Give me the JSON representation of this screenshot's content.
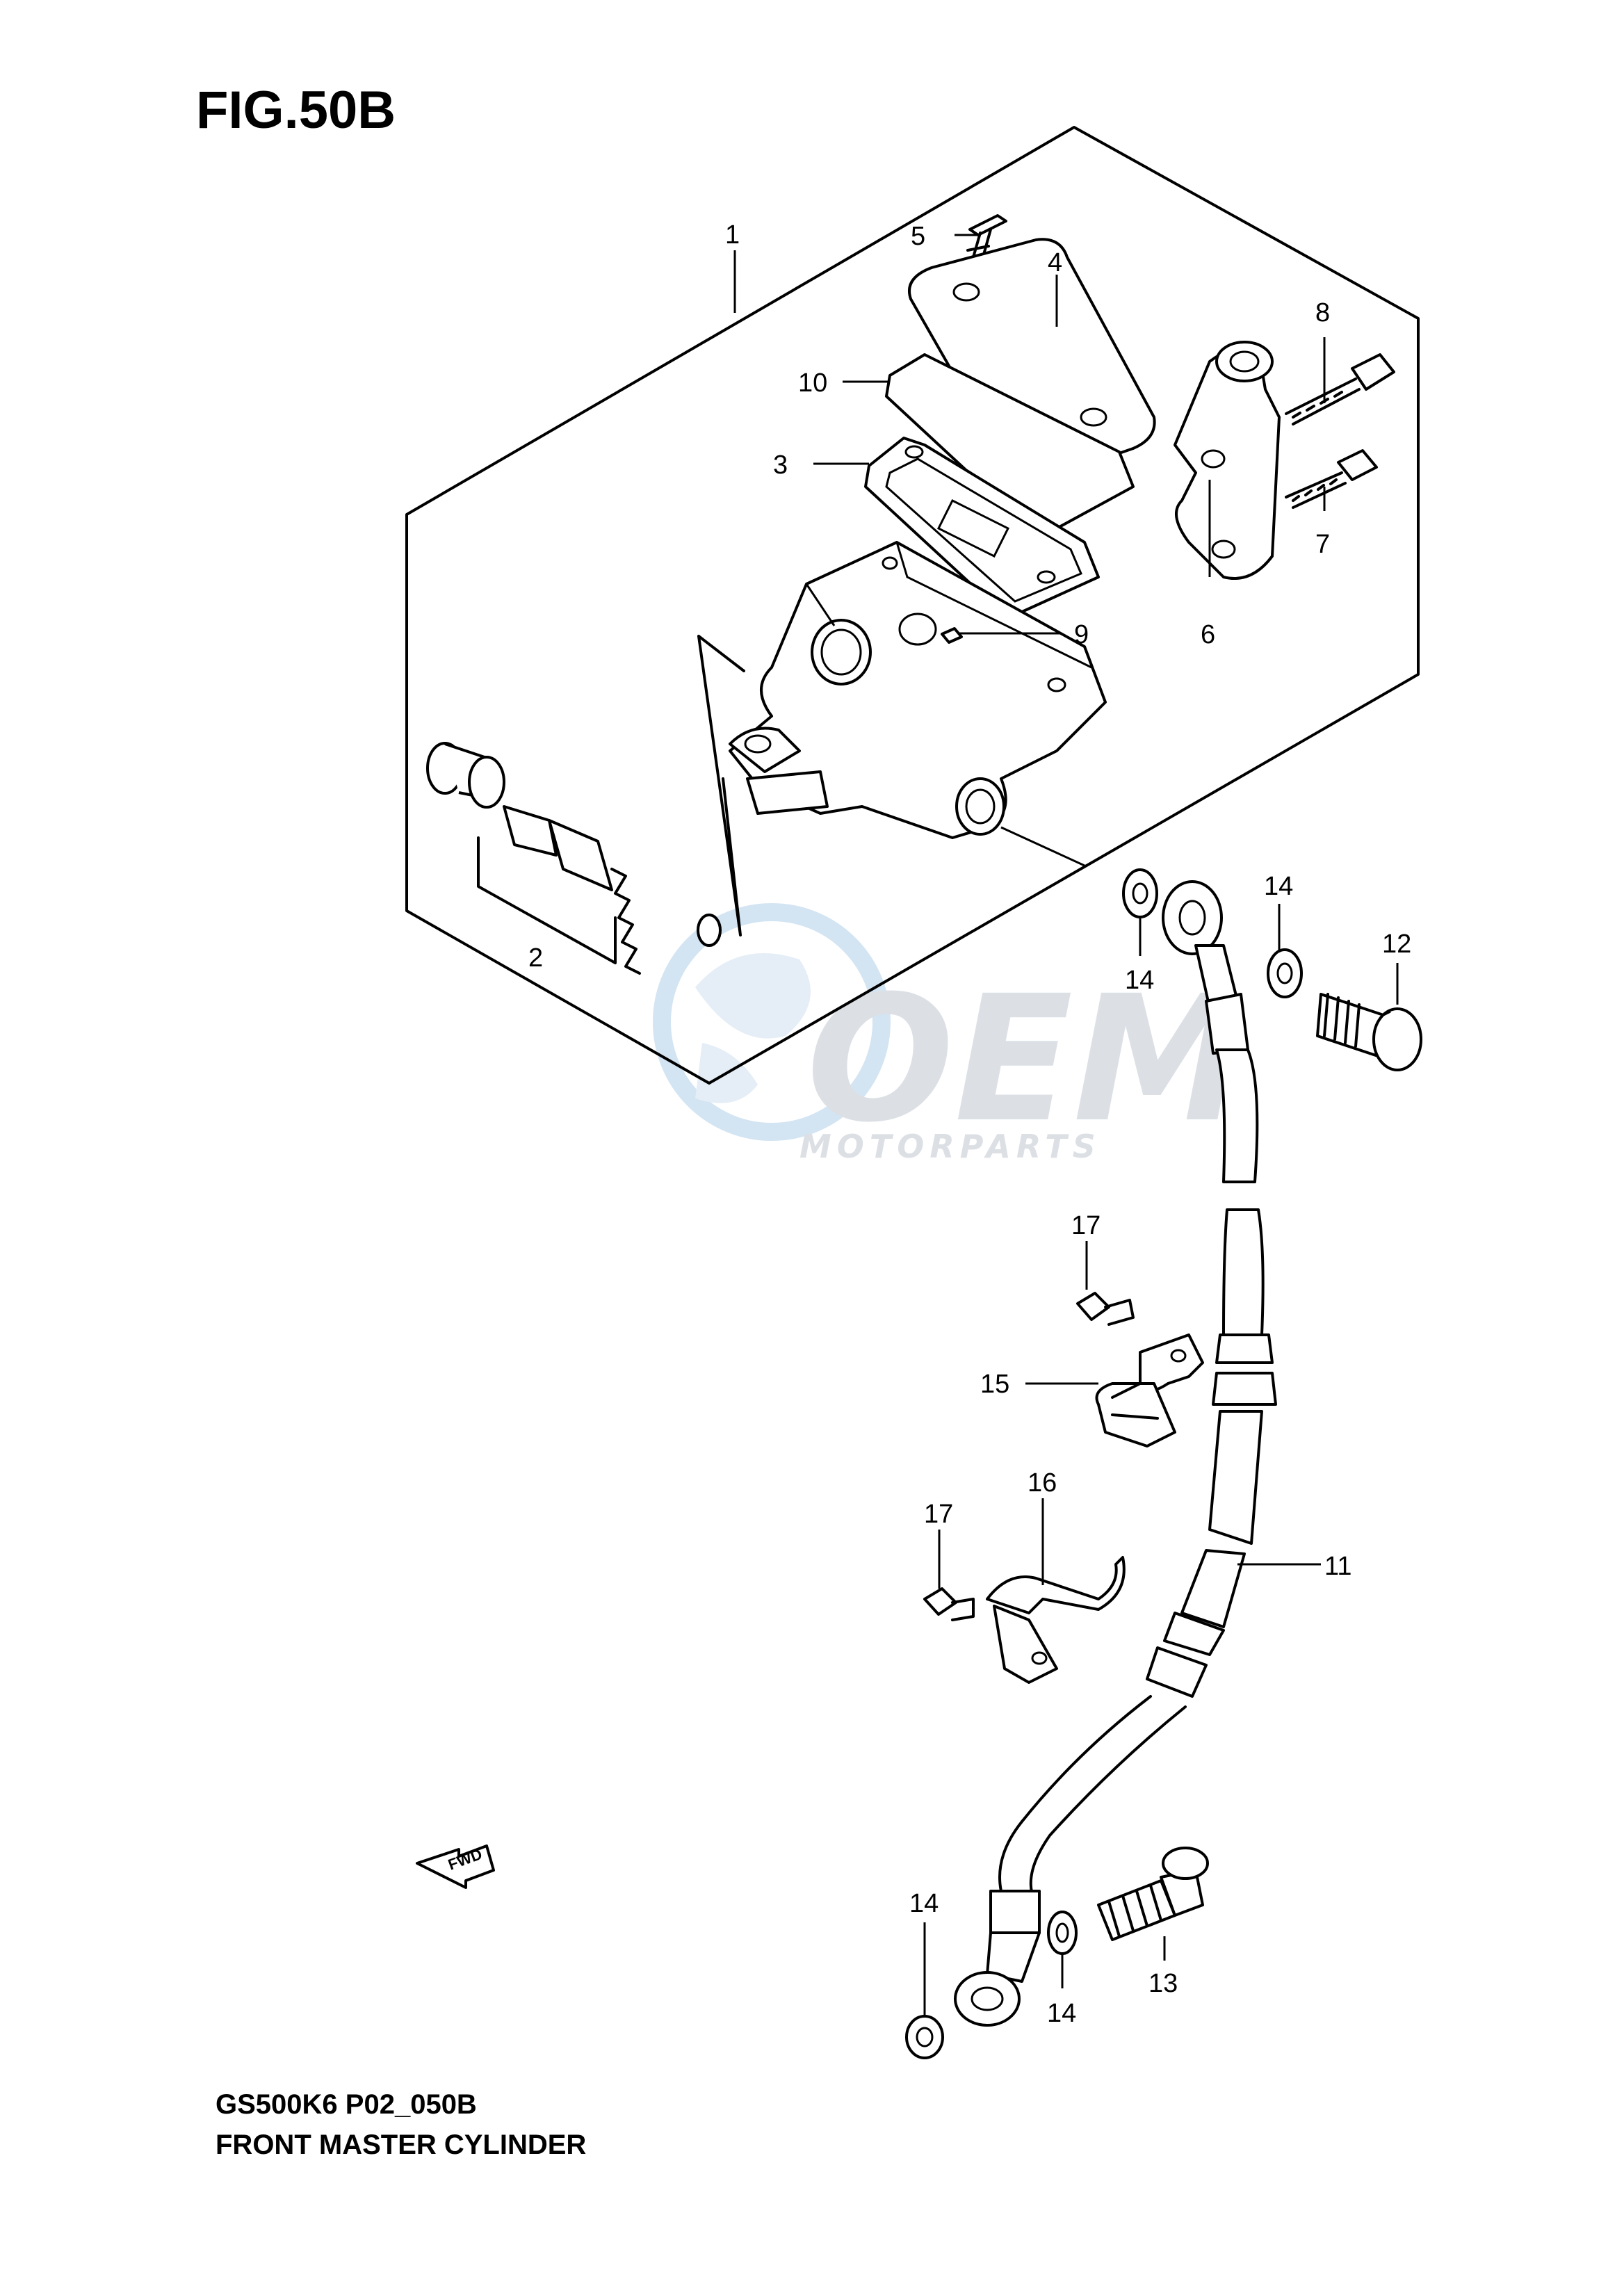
{
  "header": {
    "figure_title": "FIG.50B"
  },
  "footer": {
    "model_code": "GS500K6 P02_050B",
    "section_title": "FRONT MASTER CYLINDER"
  },
  "watermark": {
    "brand": "OEM",
    "sub": "MOTORPARTS",
    "color": "#d9dde3",
    "accent": "#cfe2f2"
  },
  "fwd_arrow": {
    "label": "FWD"
  },
  "callouts": {
    "c1": "1",
    "c2": "2",
    "c3": "3",
    "c4": "4",
    "c5": "5",
    "c6": "6",
    "c7": "7",
    "c8": "8",
    "c9": "9",
    "c10": "10",
    "c11": "11",
    "c12": "12",
    "c13": "13",
    "c14a": "14",
    "c14b": "14",
    "c14c": "14",
    "c14d": "14",
    "c15": "15",
    "c16": "16",
    "c17a": "17",
    "c17b": "17"
  }
}
